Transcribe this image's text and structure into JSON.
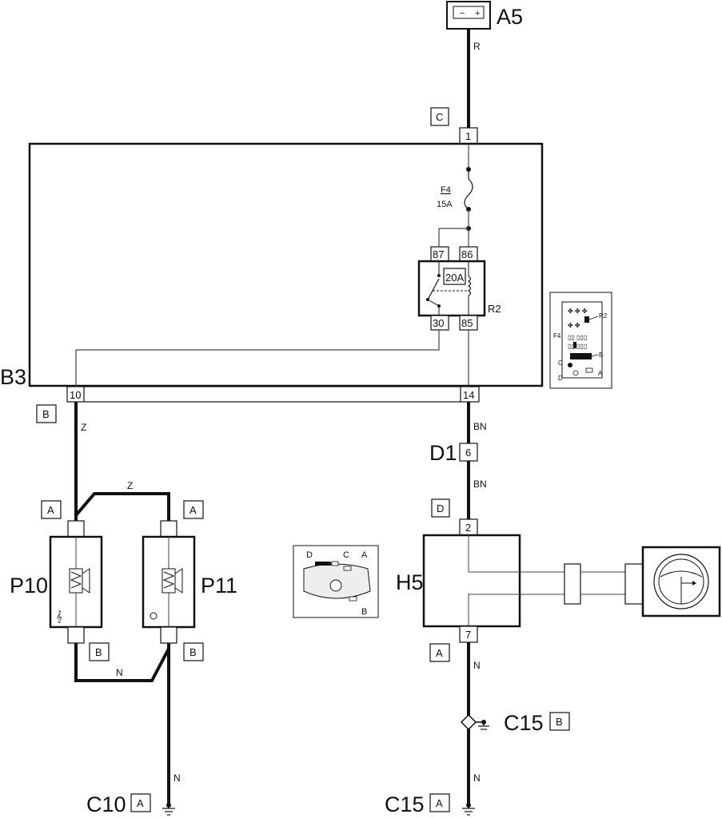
{
  "components": {
    "a5": "A5",
    "b3": "B3",
    "d1": "D1",
    "h5": "H5",
    "p10": "P10",
    "p11": "P11",
    "r2": "R2",
    "c10": "C10",
    "c15_bottom": "C15",
    "c15_mid": "C15"
  },
  "connectors": {
    "c_top": "C",
    "b_left": "B",
    "d_right": "D",
    "a_p10_top": "A",
    "a_p11_top": "A",
    "b_p10_bottom": "B",
    "b_p11_bottom": "B",
    "a_h5_bottom": "A",
    "a_c10": "A",
    "a_c15_bottom": "A",
    "b_c15_mid": "B"
  },
  "pins": {
    "b3_in": "1",
    "b3_out_left": "10",
    "b3_out_right": "14",
    "relay_87": "87",
    "relay_86": "86",
    "relay_30": "30",
    "relay_85": "85",
    "d1_pin": "6",
    "h5_top": "2",
    "h5_bottom": "7"
  },
  "fuse": {
    "name": "F4",
    "rating": "15A"
  },
  "relay": {
    "rating": "20A"
  },
  "wire_codes": {
    "battery_feed": "R",
    "horn_feed": "Z",
    "horn_bridge": "Z",
    "horn_return": "N",
    "ground_left": "N",
    "to_d1": "BN",
    "from_d1": "BN",
    "from_h5": "N",
    "to_ground": "N"
  },
  "location_inset_fusebox": {
    "r2": "R2",
    "f4": "F4",
    "b": "B",
    "c": "C",
    "d": "D",
    "a": "A"
  },
  "location_inset_dashboard": {
    "d": "D",
    "c": "C",
    "a": "A",
    "b": "B"
  },
  "battery_symbol": {
    "minus": "−",
    "plus": "+"
  },
  "colors": {
    "line": "#111111",
    "thin_line": "#444444",
    "background": "#ffffff"
  }
}
